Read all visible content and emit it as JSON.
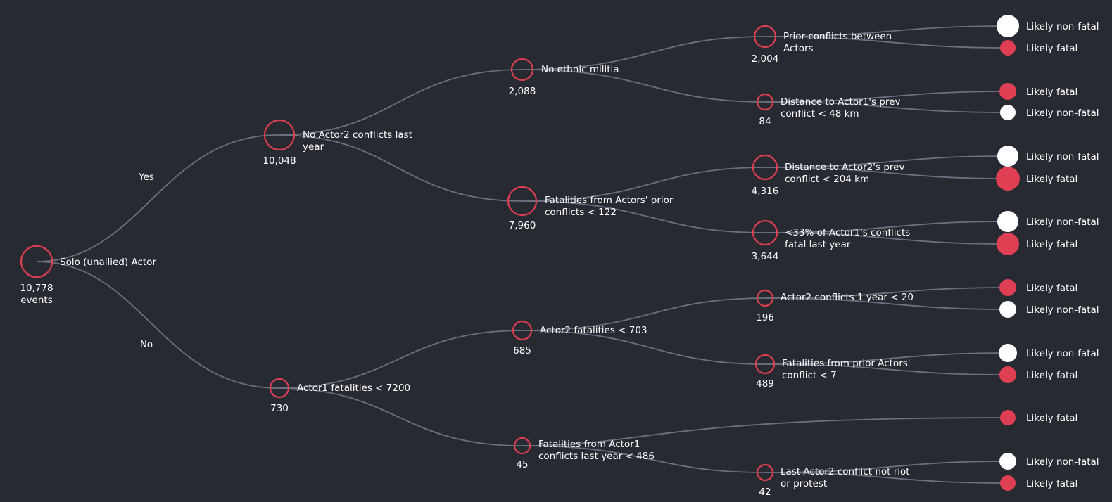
{
  "diagram": {
    "type": "decision-tree",
    "colors": {
      "background": "#282a31",
      "node_stroke": "#de3f52",
      "edge": "#6a7080",
      "fatal": "#de3f52",
      "non_fatal": "#ffffff",
      "text": "#ffffff"
    },
    "root": {
      "label": "Solo (unallied) Actor",
      "count": "10,778",
      "count_suffix": "events"
    },
    "branch_yes": "Yes",
    "branch_no": "No",
    "nodes": {
      "n1": {
        "label": "No Actor2 conflicts last",
        "label2": "year",
        "count": "10,048"
      },
      "n2": {
        "label": "Actor1 fatalities < 7200",
        "count": "730"
      },
      "n11": {
        "label": "No ethnic militia",
        "count": "2,088"
      },
      "n12": {
        "label": "Fatalities from Actors' prior",
        "label2": "conflicts < 122",
        "count": "7,960"
      },
      "n21": {
        "label": "Actor2 fatalities < 703",
        "count": "685"
      },
      "n22": {
        "label": "Fatalities from Actor1",
        "label2": "conflicts last year < 486",
        "count": "45"
      },
      "n111": {
        "label": "Prior conflicts between",
        "label2": "Actors",
        "count": "2,004"
      },
      "n112": {
        "label": "Distance to Actor1's prev",
        "label2": "conflict < 48 km",
        "count": "84"
      },
      "n121": {
        "label": "Distance to Actor2's prev",
        "label2": "conflict < 204 km",
        "count": "4,316"
      },
      "n122": {
        "label": "<33% of Actor1's conflicts",
        "label2": "fatal last year",
        "count": "3,644"
      },
      "n211": {
        "label": "Actor2 conflicts 1 year < 20",
        "count": "196"
      },
      "n212": {
        "label": "Fatalities from prior Actors'",
        "label2": "conflict < 7",
        "count": "489"
      },
      "n222": {
        "label": "Last Actor2 conflict not riot",
        "label2": "or protest",
        "count": "42"
      }
    },
    "leaves": [
      {
        "label": "Likely non-fatal",
        "outcome": "non-fatal"
      },
      {
        "label": "Likely fatal",
        "outcome": "fatal"
      },
      {
        "label": "Likely fatal",
        "outcome": "fatal"
      },
      {
        "label": "Likely non-fatal",
        "outcome": "non-fatal"
      },
      {
        "label": "Likely non-fatal",
        "outcome": "non-fatal"
      },
      {
        "label": "Likely fatal",
        "outcome": "fatal"
      },
      {
        "label": "Likely non-fatal",
        "outcome": "non-fatal"
      },
      {
        "label": "Likely fatal",
        "outcome": "fatal"
      },
      {
        "label": "Likely fatal",
        "outcome": "fatal"
      },
      {
        "label": "Likely non-fatal",
        "outcome": "non-fatal"
      },
      {
        "label": "Likely non-fatal",
        "outcome": "non-fatal"
      },
      {
        "label": "Likely fatal",
        "outcome": "fatal"
      },
      {
        "label": "Likely fatal",
        "outcome": "fatal"
      },
      {
        "label": "Likely non-fatal",
        "outcome": "non-fatal"
      },
      {
        "label": "Likely fatal",
        "outcome": "fatal"
      }
    ]
  }
}
